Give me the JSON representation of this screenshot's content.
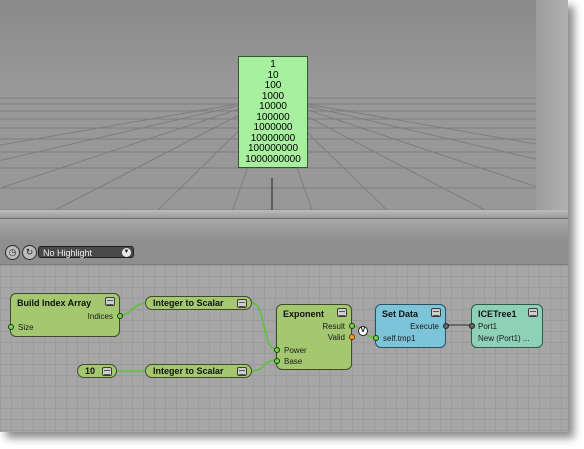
{
  "viewport": {
    "readout_lines": [
      "1",
      "10",
      "100",
      "1000",
      "10000",
      "100000",
      "1000000",
      "10000000",
      "100000000",
      "1000000000"
    ]
  },
  "toolbar": {
    "icon_left": "clock-icon",
    "icon_right": "refresh-icon",
    "highlight_select": "No Highlight"
  },
  "colors": {
    "node_green": "#a4c870",
    "node_blue": "#7cc5d8",
    "node_teal": "#8fd0b8",
    "readout_green": "#a8f0a0",
    "wire_green": "#5fc23a"
  },
  "graph": {
    "build_index_array": {
      "title": "Build Index Array",
      "out_port": "Indices",
      "in_port": "Size"
    },
    "int_to_scalar_1": {
      "title": "Integer to Scalar"
    },
    "const_value": {
      "value": "10"
    },
    "int_to_scalar_2": {
      "title": "Integer to Scalar"
    },
    "exponent": {
      "title": "Exponent",
      "out_result": "Result",
      "out_valid": "Valid",
      "in_power": "Power",
      "in_base": "Base"
    },
    "valid_badge": "V",
    "set_data": {
      "title": "Set Data",
      "out_port": "Execute",
      "in_port": "self.tmp1"
    },
    "ice_tree": {
      "title": "ICETree1",
      "port1": "Port1",
      "new_port": "New (Port1) ..."
    }
  }
}
